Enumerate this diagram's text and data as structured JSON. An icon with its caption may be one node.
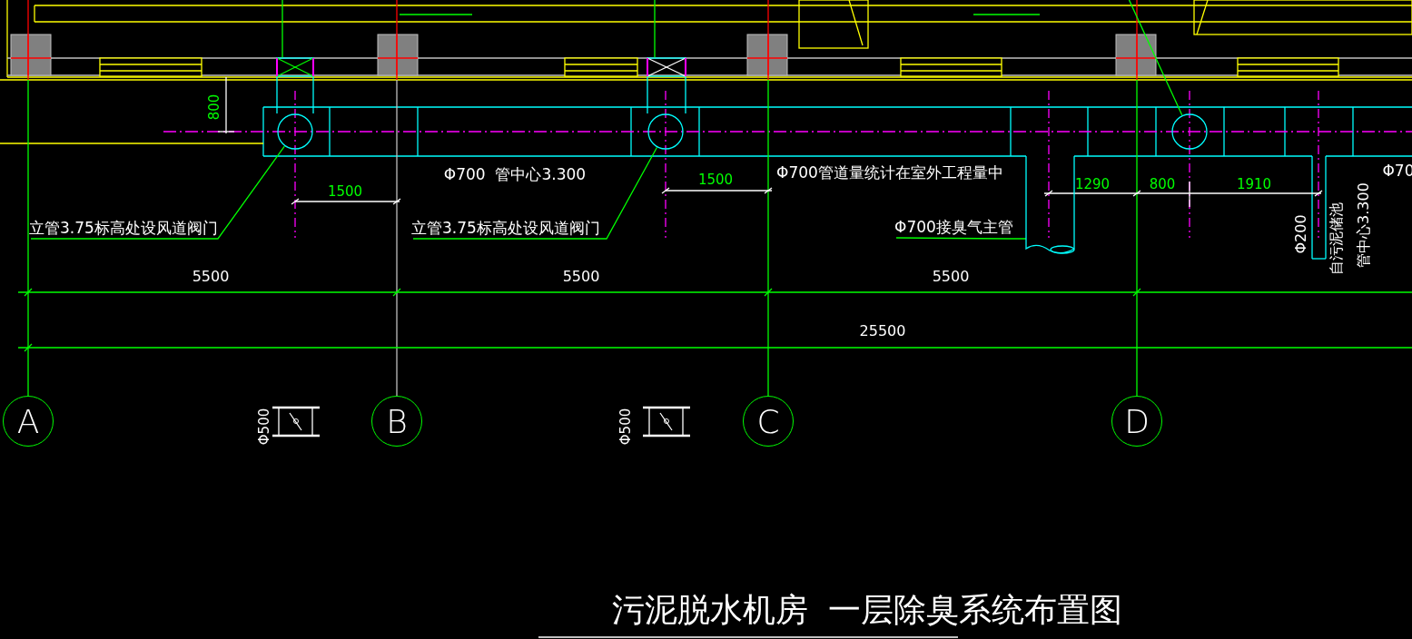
{
  "diagram": {
    "title": "污泥脱水机房  一层除臭系统布置图",
    "nodes": [
      {
        "text": [
          "立管3.75标高处设风道阀门"
        ]
      },
      {
        "text": [],
        "shape": "circle"
      },
      {
        "text": [
          "立管3.75标高处设风道阀门"
        ]
      },
      {
        "text": [],
        "shape": "circle"
      },
      {
        "text": [],
        "shape": "circle"
      },
      {
        "text": [
          "Φ700接臭气主管"
        ]
      },
      {
        "text": [],
        "shape": "cylinder"
      },
      {
        "text": [],
        "shape": "box"
      },
      {
        "text": [],
        "shape": "box"
      },
      {
        "text": [
          "A"
        ]
      },
      {
        "text": [
          "B"
        ]
      },
      {
        "text": [
          "C"
        ]
      },
      {
        "text": [
          "D"
        ]
      }
    ],
    "edges": [
      {
        "from": 0,
        "to": 1,
        "arrow": "none"
      },
      {
        "from": 2,
        "to": 3,
        "arrow": "none"
      },
      {
        "from": 5,
        "to": 6,
        "arrow": "none"
      },
      {
        "from": null,
        "to": 7,
        "arrow": "none"
      },
      {
        "from": null,
        "to": 8,
        "arrow": "none"
      },
      {
        "from": null,
        "to": 4,
        "arrow": "none"
      }
    ],
    "labels": [
      "800",
      "Φ700  管中心3.300",
      "Φ700管道量统计在室外工程量中",
      "Φ70",
      "1500",
      "1500",
      "1290",
      "800",
      "1910",
      "Φ200",
      "自污泥储池",
      "管中心3.300",
      "5500",
      "5500",
      "5500",
      "25500",
      "Φ500",
      "Φ500"
    ]
  }
}
